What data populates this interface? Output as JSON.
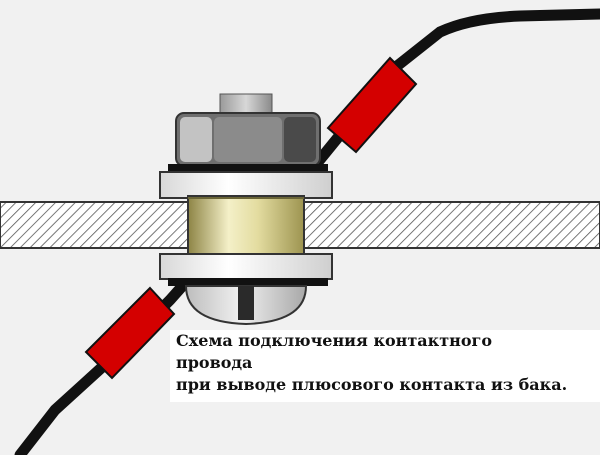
{
  "caption": {
    "line1": "Схема подключения контактного",
    "line2": "провода",
    "line3": "при выводе плюсового контакта из бака."
  },
  "colors": {
    "background": "#f1f1f1",
    "wire": "#111111",
    "sleeve": "#d40000",
    "bushing": "#e6e0a0",
    "washer": "#eeeeee",
    "nut": "#8a8a8a",
    "tank_wall": "#ffffff",
    "hatch": "#444444"
  }
}
